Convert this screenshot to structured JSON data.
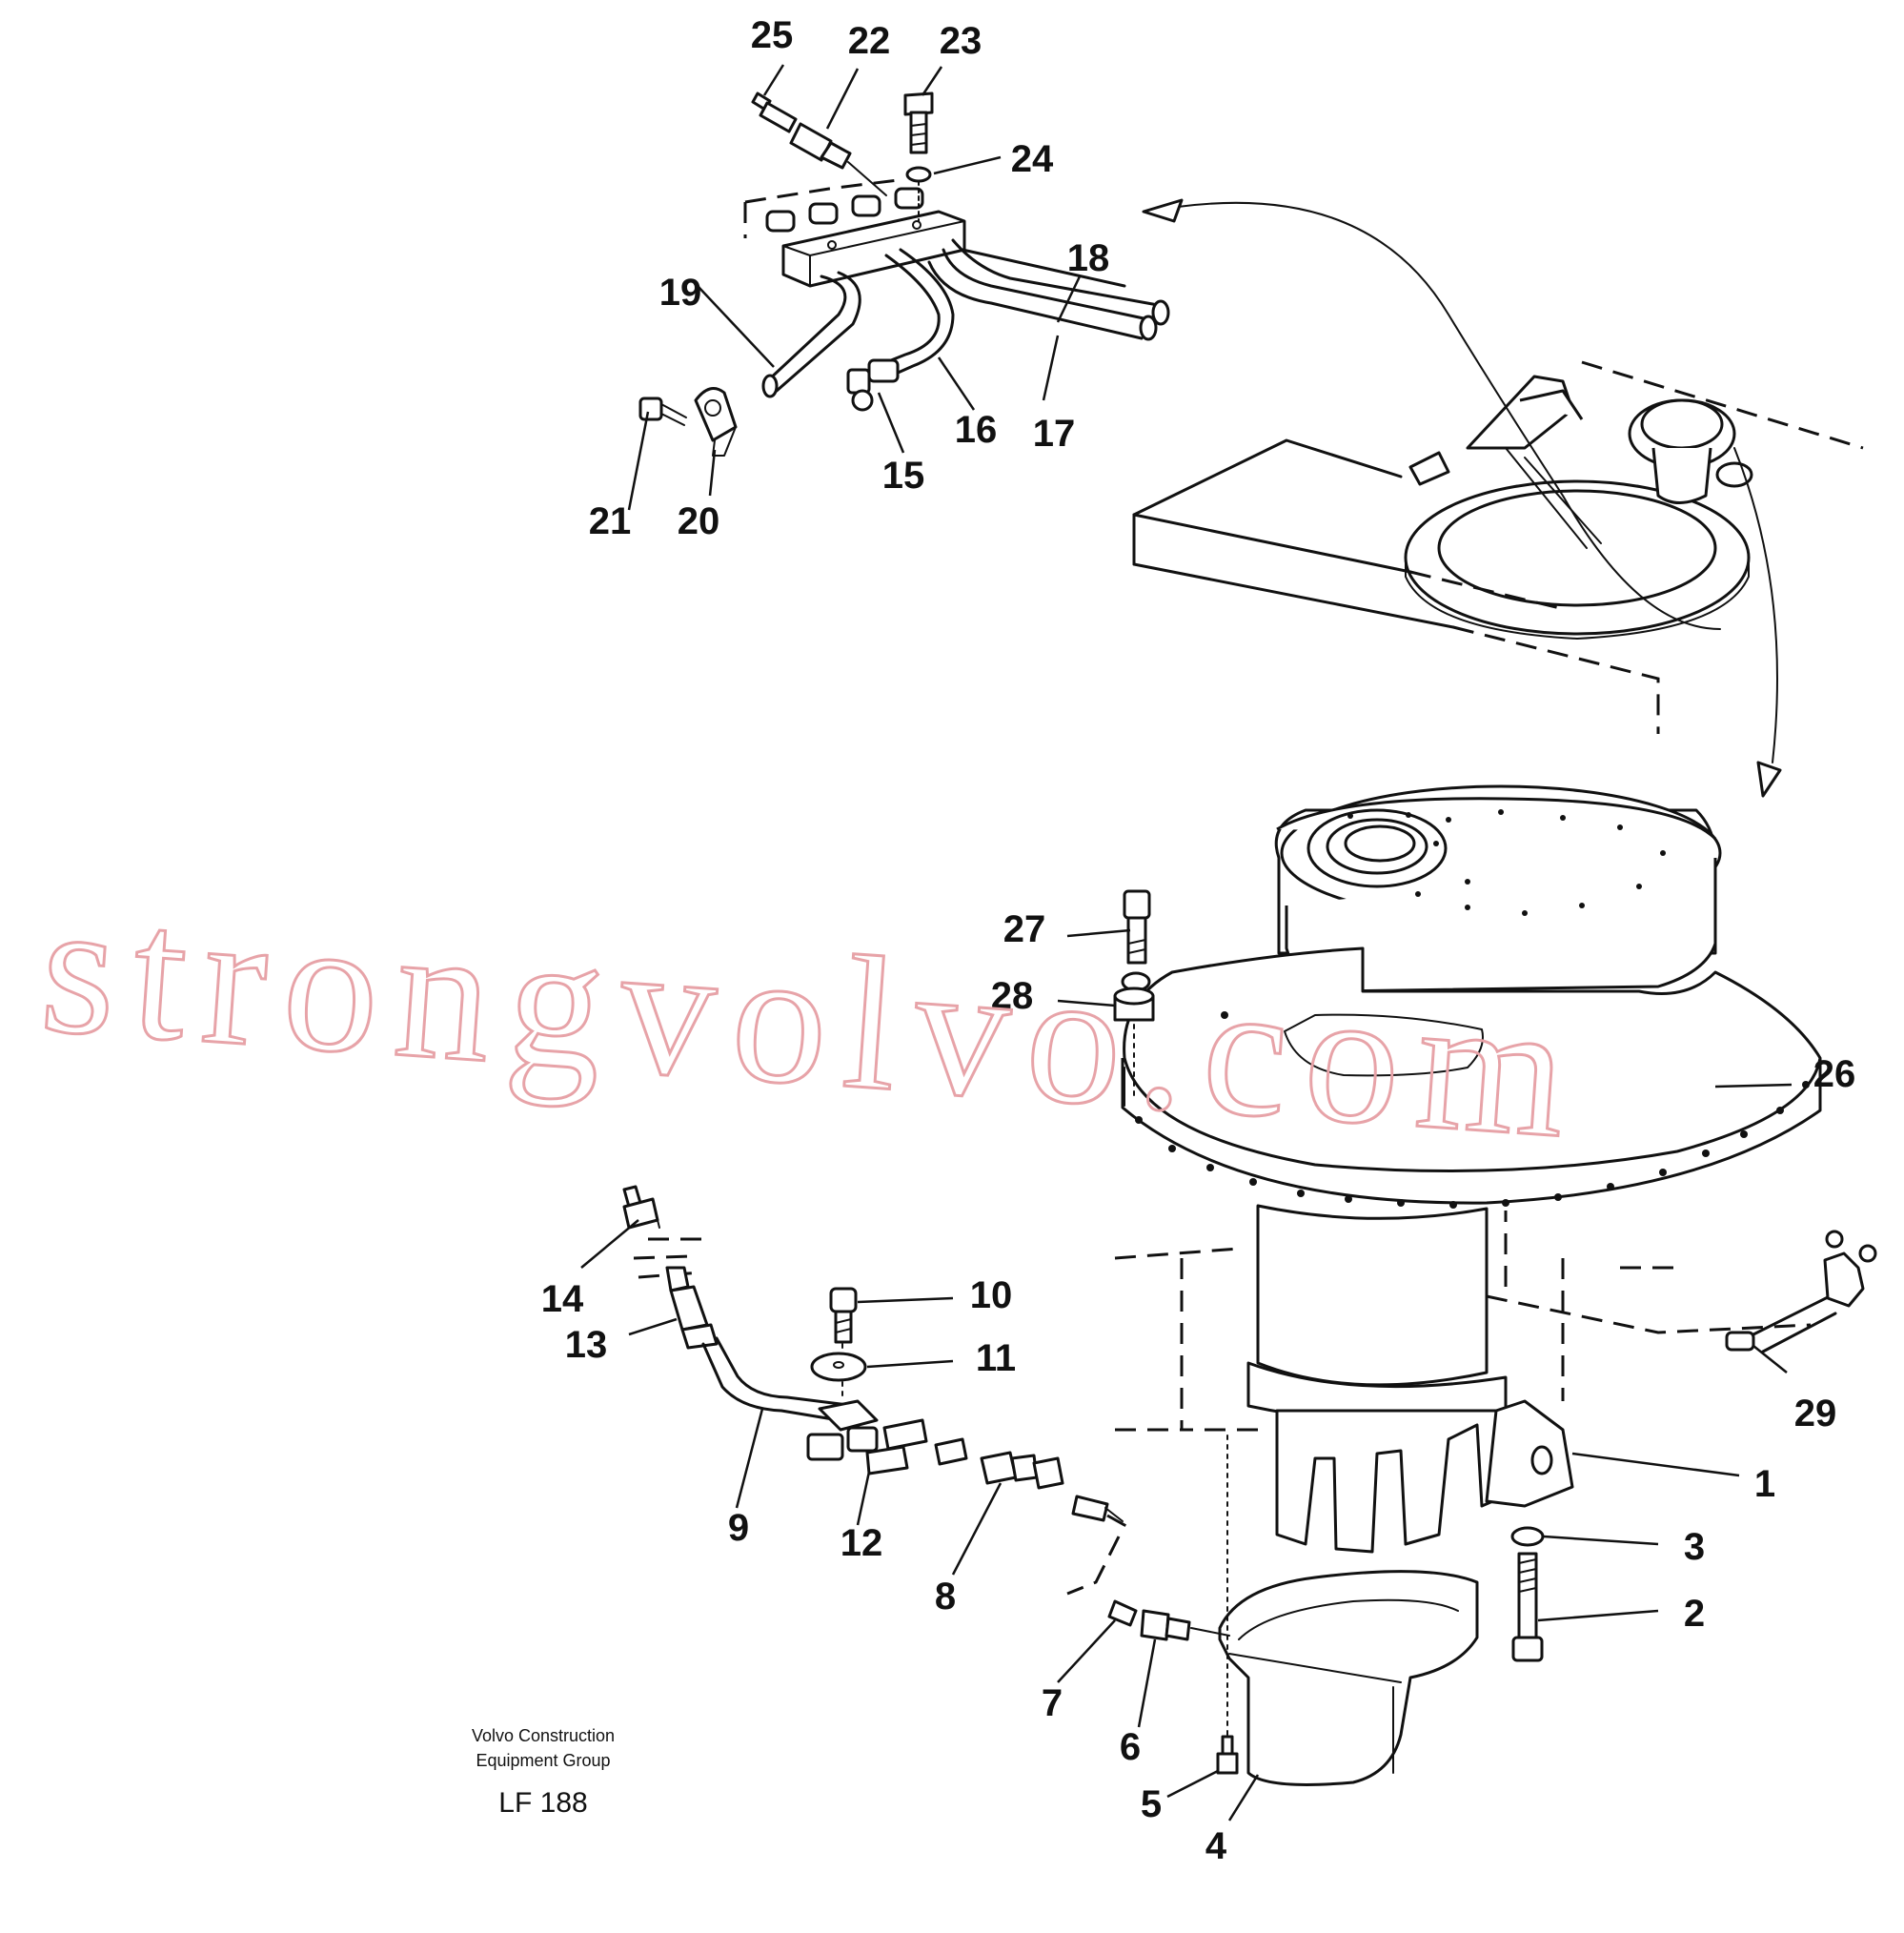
{
  "callouts": {
    "c1": "1",
    "c2": "2",
    "c3": "3",
    "c4": "4",
    "c5": "5",
    "c6": "6",
    "c7": "7",
    "c8": "8",
    "c9": "9",
    "c10": "10",
    "c11": "11",
    "c12": "12",
    "c13": "13",
    "c14": "14",
    "c15": "15",
    "c16": "16",
    "c17": "17",
    "c18": "18",
    "c19": "19",
    "c20": "20",
    "c21": "21",
    "c22": "22",
    "c23": "23",
    "c24": "24",
    "c25": "25",
    "c26": "26",
    "c27": "27",
    "c28": "28",
    "c29": "29"
  },
  "caption": {
    "line1": "Volvo Construction",
    "line2": "Equipment Group",
    "code": "LF 188"
  },
  "watermark": "strongvolvo.com"
}
